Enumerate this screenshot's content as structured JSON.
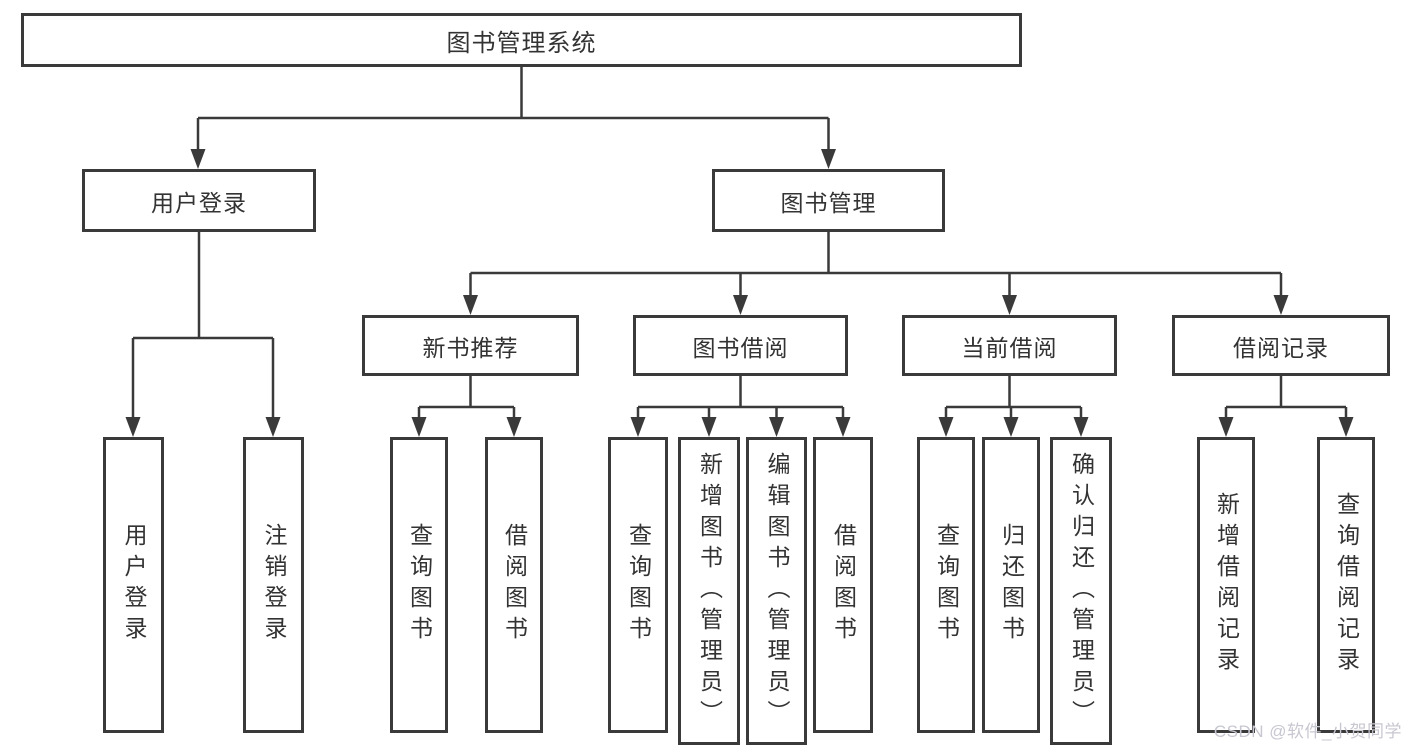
{
  "tree": {
    "root": {
      "label": "图书管理系统",
      "children": [
        {
          "label": "用户登录",
          "children": [
            {
              "label": "用户登录"
            },
            {
              "label": "注销登录"
            }
          ]
        },
        {
          "label": "图书管理",
          "children": [
            {
              "label": "新书推荐",
              "children": [
                {
                  "label": "查询图书"
                },
                {
                  "label": "借阅图书"
                }
              ]
            },
            {
              "label": "图书借阅",
              "children": [
                {
                  "label": "查询图书"
                },
                {
                  "label": "新增图书（管理员）"
                },
                {
                  "label": "编辑图书（管理员）"
                },
                {
                  "label": "借阅图书"
                }
              ]
            },
            {
              "label": "当前借阅",
              "children": [
                {
                  "label": "查询图书"
                },
                {
                  "label": "归还图书"
                },
                {
                  "label": "确认归还（管理员）"
                }
              ]
            },
            {
              "label": "借阅记录",
              "children": [
                {
                  "label": "新增借阅记录"
                },
                {
                  "label": "查询借阅记录"
                }
              ]
            }
          ]
        }
      ]
    }
  },
  "colors": {
    "line": "#3a3a3a",
    "text": "#333333",
    "watermark": "#c7c7d1",
    "background": "#ffffff"
  },
  "watermark": {
    "text": "CSDN @软件_小贺同学"
  }
}
